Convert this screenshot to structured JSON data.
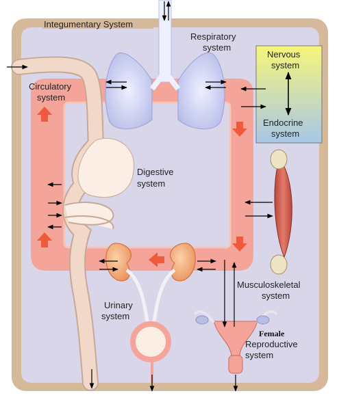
{
  "colors": {
    "body_outer": "#d6b99a",
    "body_inner": "#d9d6ea",
    "circulation": "#f5a49a",
    "circulation_inner_edge": "#f7c4bb",
    "arrow_flow": "#ef5a3c",
    "gut": "#f1d8c9",
    "lungs": "#c8cdf0",
    "kidney": "#f3a77a",
    "muscle": "#d8665a",
    "nerve_top": "#f7f57a",
    "nerve_bottom": "#a6c7e8"
  },
  "labels": {
    "integumentary": "Integumentary System",
    "respiratory_1": "Respiratory",
    "respiratory_2": "system",
    "circulatory_1": "Circulatory",
    "circulatory_2": "system",
    "nervous_1": "Nervous",
    "nervous_2": "system",
    "endocrine_1": "Endocrine",
    "endocrine_2": "system",
    "digestive_1": "Digestive",
    "digestive_2": "system",
    "musculoskeletal_1": "Musculoskeletal",
    "musculoskeletal_2": "system",
    "urinary_1": "Urinary",
    "urinary_2": "system",
    "female": "Female",
    "reproductive_1": "Reproductive",
    "reproductive_2": "system"
  }
}
